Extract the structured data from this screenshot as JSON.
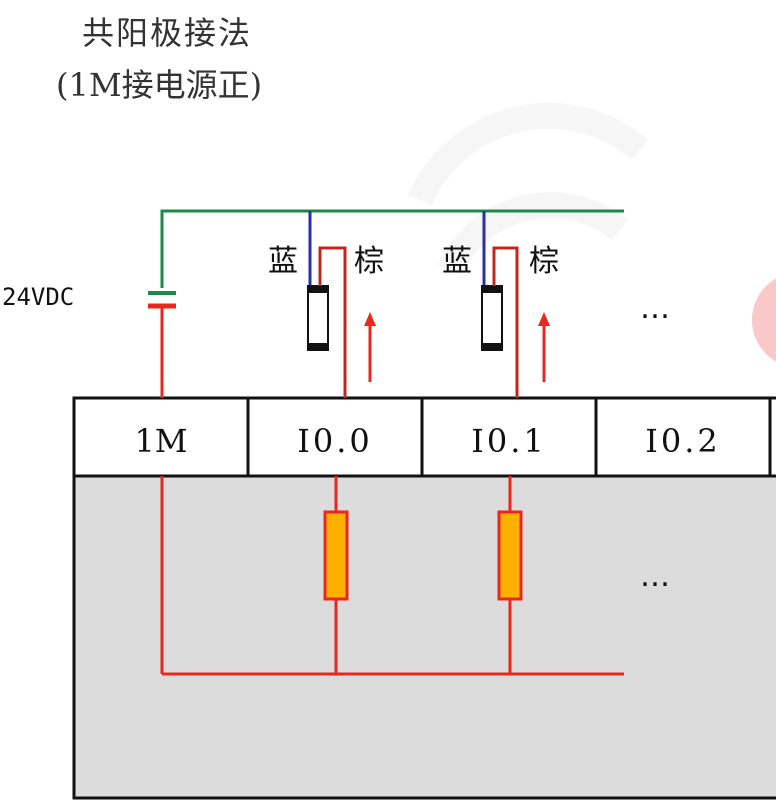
{
  "title": "共阳极接法",
  "subtitle": "(1M接电源正)",
  "power_supply_label": "24VDC",
  "wire_colors": {
    "blue_label": "蓝",
    "brown_label": "棕"
  },
  "terminals": [
    "1M",
    "I0.0",
    "I0.1",
    "I0.2"
  ],
  "ellipsis_top": "…",
  "ellipsis_bottom": "…",
  "colors": {
    "common_wire": "#1a8a4a",
    "red_wire": "#e8281e",
    "blue_wire": "#2b2fa8",
    "brown_wire": "#c0281e",
    "resistor_fill": "#ffb000",
    "module_fill": "#dcdcdc",
    "terminal_fill": "#ffffff",
    "arrow": "#e8281e"
  }
}
